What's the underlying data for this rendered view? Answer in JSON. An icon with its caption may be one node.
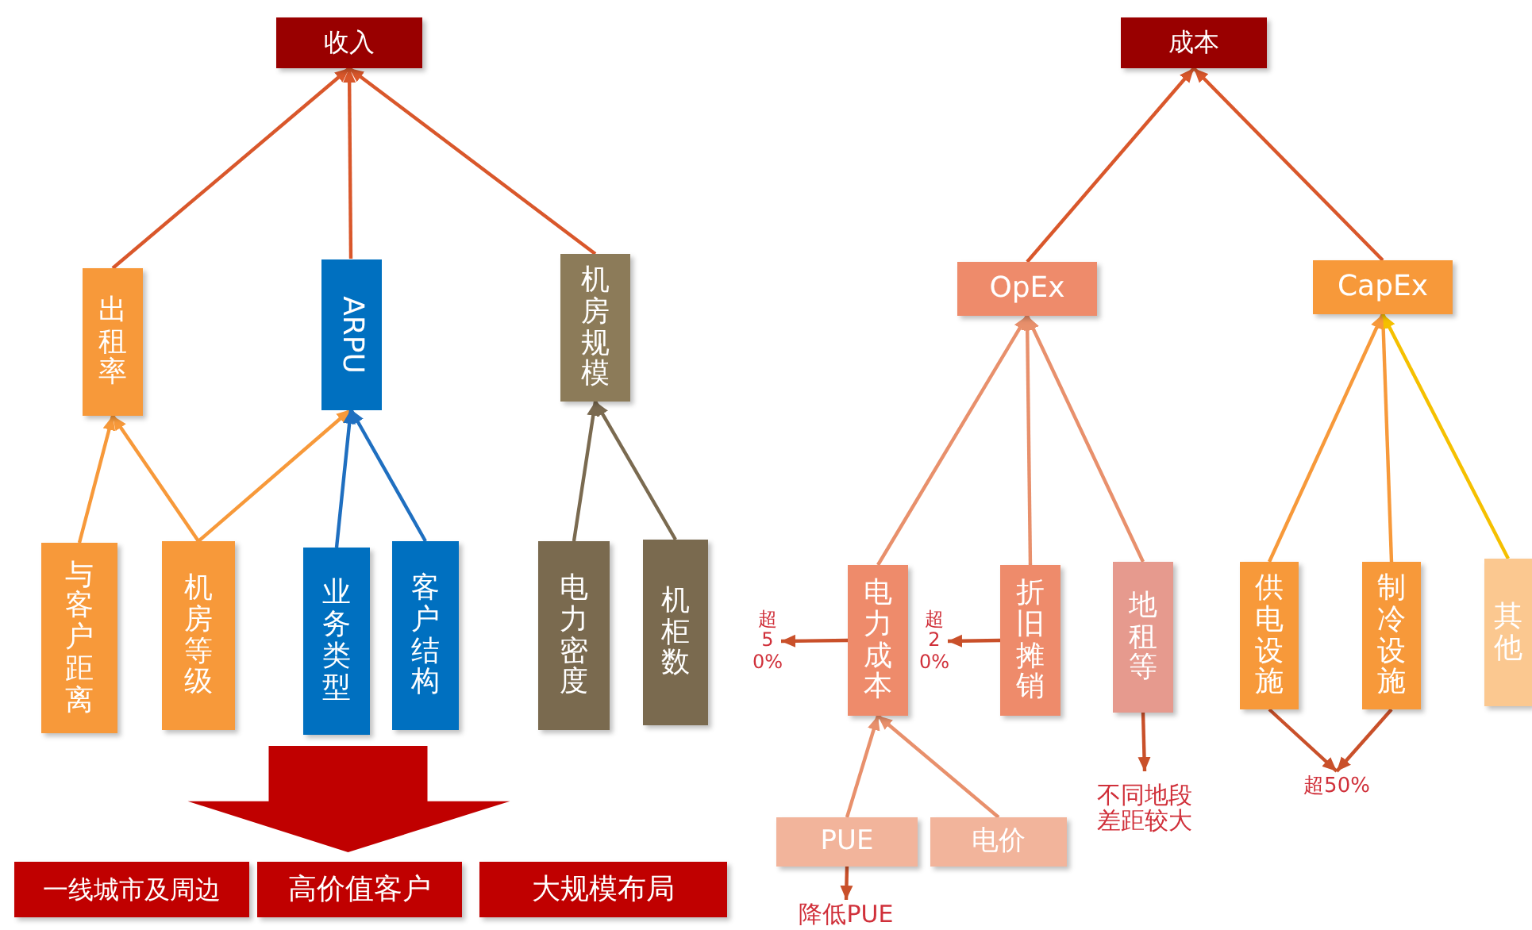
{
  "diagram": {
    "nodes": [
      {
        "text": [
          "收入"
        ]
      },
      {
        "text": [
          "出租率"
        ]
      },
      {
        "text": [
          "ARPU"
        ]
      },
      {
        "text": [
          "机房规模"
        ]
      },
      {
        "text": [
          "与客户距离"
        ]
      },
      {
        "text": [
          "机房等级"
        ]
      },
      {
        "text": [
          "业务类型"
        ]
      },
      {
        "text": [
          "客户结构"
        ]
      },
      {
        "text": [
          "电力密度"
        ]
      },
      {
        "text": [
          "机柜数"
        ]
      },
      {
        "text": [
          "一线城市及周边"
        ]
      },
      {
        "text": [
          "高价值客户"
        ]
      },
      {
        "text": [
          "大规模布局"
        ]
      },
      {
        "text": [
          "成本"
        ]
      },
      {
        "text": [
          "OpEx"
        ]
      },
      {
        "text": [
          "CapEx"
        ]
      },
      {
        "text": [
          "电力成本"
        ]
      },
      {
        "text": [
          "折旧摊销"
        ]
      },
      {
        "text": [
          "地租等"
        ]
      },
      {
        "text": [
          "供电设施"
        ]
      },
      {
        "text": [
          "制冷设施"
        ]
      },
      {
        "text": [
          "其他"
        ]
      },
      {
        "text": [
          "PUE"
        ]
      },
      {
        "text": [
          "电价"
        ]
      },
      {
        "text": [
          "超50%"
        ]
      },
      {
        "text": [
          "超20%"
        ]
      },
      {
        "text": [
          "不同地段差距较大"
        ]
      },
      {
        "text": [
          "超50%"
        ]
      },
      {
        "text": [
          "降低PUE"
        ]
      }
    ],
    "edges": [
      {
        "from": 1,
        "to": 0,
        "arrow": "to",
        "color": "#d9572b"
      },
      {
        "from": 2,
        "to": 0,
        "arrow": "to",
        "color": "#d9572b"
      },
      {
        "from": 3,
        "to": 0,
        "arrow": "to",
        "color": "#d9572b"
      },
      {
        "from": 4,
        "to": 1,
        "arrow": "to",
        "color": "#f7993a"
      },
      {
        "from": 5,
        "to": 1,
        "arrow": "to",
        "color": "#f7993a"
      },
      {
        "from": 5,
        "to": 2,
        "arrow": "to",
        "color": "#f7993a"
      },
      {
        "from": 6,
        "to": 2,
        "arrow": "to",
        "color": "#1f6fc0"
      },
      {
        "from": 7,
        "to": 2,
        "arrow": "to",
        "color": "#1f6fc0"
      },
      {
        "from": 8,
        "to": 3,
        "arrow": "to",
        "color": "#7a6a50"
      },
      {
        "from": 9,
        "to": 3,
        "arrow": "to",
        "color": "#7a6a50"
      },
      {
        "from": 14,
        "to": 13,
        "arrow": "to",
        "color": "#d9572b"
      },
      {
        "from": 15,
        "to": 13,
        "arrow": "to",
        "color": "#d9572b"
      },
      {
        "from": 16,
        "to": 14,
        "arrow": "to",
        "color": "#e8906c"
      },
      {
        "from": 17,
        "to": 14,
        "arrow": "to",
        "color": "#e8906c"
      },
      {
        "from": 18,
        "to": 14,
        "arrow": "to",
        "color": "#e8906c"
      },
      {
        "from": 19,
        "to": 15,
        "arrow": "to",
        "color": "#f7993a"
      },
      {
        "from": 20,
        "to": 15,
        "arrow": "to",
        "color": "#f7993a"
      },
      {
        "from": 21,
        "to": 15,
        "arrow": "to",
        "color": "#f5c000"
      },
      {
        "from": 22,
        "to": 16,
        "arrow": "to",
        "color": "#e8906c"
      },
      {
        "from": 23,
        "to": 16,
        "arrow": "to",
        "color": "#e8906c"
      },
      {
        "from": 16,
        "to": 24,
        "arrow": "to",
        "color": "#c9502a"
      },
      {
        "from": 17,
        "to": 25,
        "arrow": "to",
        "color": "#c9502a"
      },
      {
        "from": 18,
        "to": 26,
        "arrow": "to",
        "color": "#c9502a"
      },
      {
        "from": 19,
        "to": 27,
        "arrow": "to",
        "color": "#c9502a"
      },
      {
        "from": 20,
        "to": 27,
        "arrow": "to",
        "color": "#c9502a"
      },
      {
        "from": 22,
        "to": 28,
        "arrow": "to",
        "color": "#c9502a"
      },
      {
        "from": 6,
        "to": 11,
        "arrow": "to",
        "style": "thick",
        "color": "#c00000"
      }
    ]
  }
}
